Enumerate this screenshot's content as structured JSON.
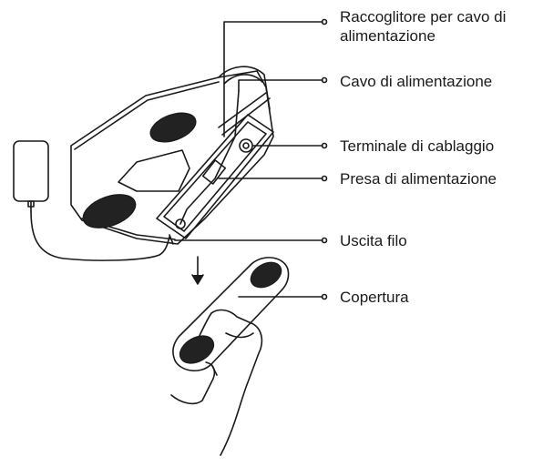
{
  "labels": {
    "cord_holder_line1": "Raccoglitore per cavo di",
    "cord_holder_line2": "alimentazione",
    "power_cable": "Cavo di alimentazione",
    "wiring_terminal": "Terminale di cablaggio",
    "power_socket": "Presa di alimentazione",
    "wire_outlet": "Uscita filo",
    "cover": "Copertura"
  },
  "colors": {
    "line": "#1a1a1a",
    "pad": "#222222",
    "background": "#ffffff"
  },
  "icons": {
    "adapter": "power-adapter-icon",
    "arrow": "arrow-down-icon",
    "hand": "hand-icon"
  }
}
